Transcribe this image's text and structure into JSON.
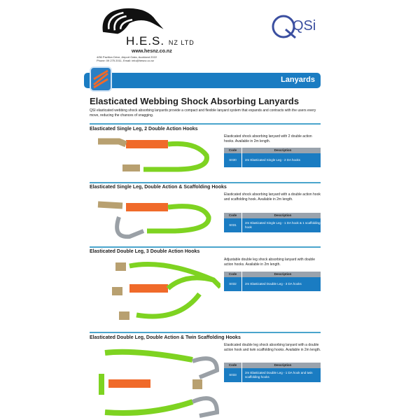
{
  "header": {
    "company": "H.E.S.",
    "company_suffix": "NZ LTD",
    "website": "www.hesnz.co.nz",
    "address": "4/56 Pavilion Drive, Airport Oaks, Auckland 2022",
    "contact": "Phone: 09 275 2011,     Email: info@hesnz.co.nz",
    "brand": "QSi"
  },
  "banner": {
    "label": "Lanyards"
  },
  "page": {
    "title": "Elasticated Webbing Shock Absorbing Lanyards",
    "intro": "QSI elasticated webbing shock absorbing lanyards provide a compact and flexible lanyard system that expands and contracts with the users every move, reducing the chances of snagging."
  },
  "table_headers": {
    "code": "Code",
    "description": "Description"
  },
  "products": [
    {
      "heading": "Elasticated Single Leg, 2 Double Action Hooks",
      "text": "Elasticated shock absorbing lanyard with 2 double action hooks. Available in 2m length.",
      "code": "S030",
      "description": "2m Elasticated Single Leg - 2 DA hooks"
    },
    {
      "heading": "Elasticated Single Leg, Double Action & Scaffolding Hooks",
      "text": "Elasticated shock absorbing lanyard with a double action hook and scaffolding hook. Available in 2m length.",
      "code": "S031",
      "description": "2m Elasticated Single Leg - 1 DA hook & 1 scaffolding hook"
    },
    {
      "heading": "Elasticated Double Leg, 3 Double Action Hooks",
      "text": "Adjustable double leg shock absorbing lanyard with double action hooks. Available in 2m length.",
      "code": "S032",
      "description": "2m Elasticated Double Leg - 3 DA hooks"
    },
    {
      "heading": "Elasticated Double Leg, Double Action & Twin Scaffolding Hooks",
      "text": "Elasticated double leg shock absorbing lanyard with a double action hook and twin scaffolding hooks. Available in 2m length.",
      "code": "S033",
      "description": "2m Elasticated Double Leg - 1 DA hook and twin scaffolding hooks"
    }
  ]
}
